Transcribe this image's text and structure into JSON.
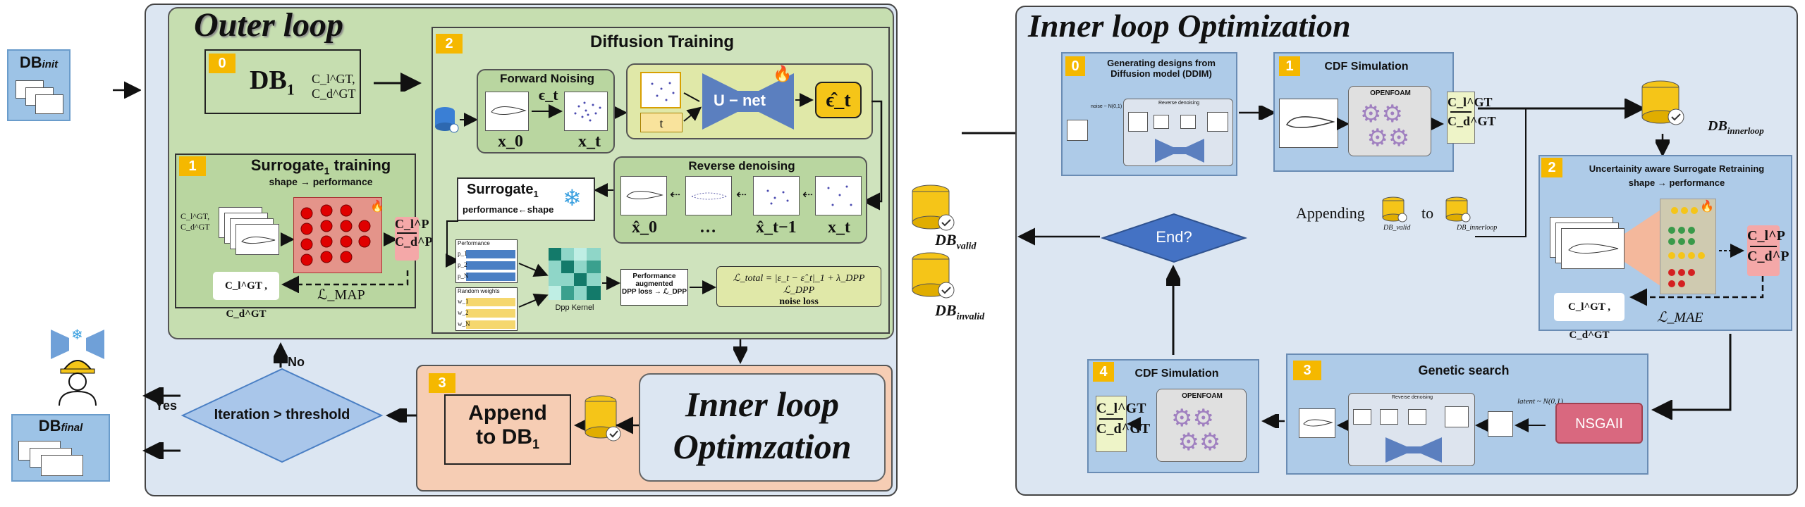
{
  "outer_loop": {
    "title": "Outer loop",
    "db_init": "DB",
    "db_init_sub": "init",
    "db1": "DB",
    "db1_sub": "1",
    "db1_targets": "C_l^GT, C_d^GT",
    "surrogate_training": {
      "badge": "1",
      "title": "Surrogate",
      "title_sub": "1",
      "title_rest": " training",
      "subtitle": "shape → performance",
      "inputs": "C_l^GT, C_d^GT",
      "outputs": [
        "C_l^P",
        "C_d^P"
      ],
      "gt_label": "C_l^GT , C_d^GT",
      "loss": "ℒ_MAP"
    },
    "db_badge": "0",
    "diffusion": {
      "badge": "2",
      "title": "Diffusion Training",
      "forward": "Forward Noising",
      "eps": "ϵ_t",
      "x0": "x_0",
      "xt": "x_t",
      "t_label": "t",
      "unet": "U − net",
      "eps_hat": "ϵ̂_t",
      "reverse": "Reverse denoising",
      "rev_labels": [
        "x̂_0",
        "…",
        "x̂_t−1",
        "x_t"
      ],
      "surrogate": "Surrogate",
      "surrogate_sub": "1",
      "surrogate_sub2": "performance←shape",
      "perf_label": "Performance",
      "perf_rows": [
        "p_1",
        "p_2",
        "p_N"
      ],
      "rw_label": "Random weights",
      "rw_rows": [
        "w_1",
        "w_2",
        "w_N"
      ],
      "kernel_label": "Dpp Kernel",
      "dpp_text": [
        "Performance",
        "augmented",
        "DPP loss → ℒ_DPP"
      ],
      "loss_formula": "ℒ_total = |ε_t − ε̂_t|_1 + λ_DPP ℒ_DPP",
      "noise_loss": "noise loss"
    },
    "decision": "Iteration > threshold",
    "no_label": "No",
    "yes_label": "Yes",
    "db_final": "DB",
    "db_final_sub": "final",
    "append": {
      "badge": "3",
      "text1": "Append",
      "text2": "to DB",
      "text2_sub": "1"
    },
    "inner_callout": [
      "Inner loop",
      "Optimzation"
    ]
  },
  "middle": {
    "db_valid": "DB",
    "db_valid_sub": "valid",
    "db_invalid": "DB",
    "db_invalid_sub": "invalid"
  },
  "inner_loop": {
    "title_a": "Inner loop",
    "title_b": "Optimization",
    "gen": {
      "badge": "0",
      "title": [
        "Generating designs from",
        "Diffusion model (DDIM)"
      ],
      "noise": "noise ~ N(0,1)",
      "rev": "Reverse denoising"
    },
    "cfd1": {
      "badge": "1",
      "title": "CDF Simulation",
      "solver": "OPENFOAM",
      "out": [
        "C_l^GT",
        "C_d^GT"
      ]
    },
    "db_inner": "DB",
    "db_inner_sub": "innerloop",
    "appending": {
      "text": "Appending",
      "to": "to",
      "from_db": "DB_valid",
      "to_db": "DB_innerloop"
    },
    "end": "End?",
    "retrain": {
      "badge": "2",
      "title": "Uncertainity aware Surrogate Retraining",
      "subtitle": "shape → performance",
      "outputs": [
        "C_l^P",
        "C_d^P"
      ],
      "gt_label": "C_l^GT , C_d^GT",
      "loss": "ℒ_MAE"
    },
    "genetic": {
      "badge": "3",
      "title": "Genetic search",
      "latent": "latent ~ N(0,1)",
      "rev": "Reverse denoising",
      "nsga": "NSGAII"
    },
    "cfd4": {
      "badge": "4",
      "title": "CDF Simulation",
      "solver": "OPENFOAM",
      "out": [
        "C_l^GT",
        "C_d^GT"
      ]
    }
  },
  "colors": {
    "outer_bg": "#dce6f2",
    "green": "#c6deb0",
    "orange": "#f6cdb4",
    "blue_panel": "#aecbe8",
    "diamond": "#4472c4",
    "nsga": "#d9687f",
    "badge": "#f5b800",
    "db": "#f5c518"
  }
}
